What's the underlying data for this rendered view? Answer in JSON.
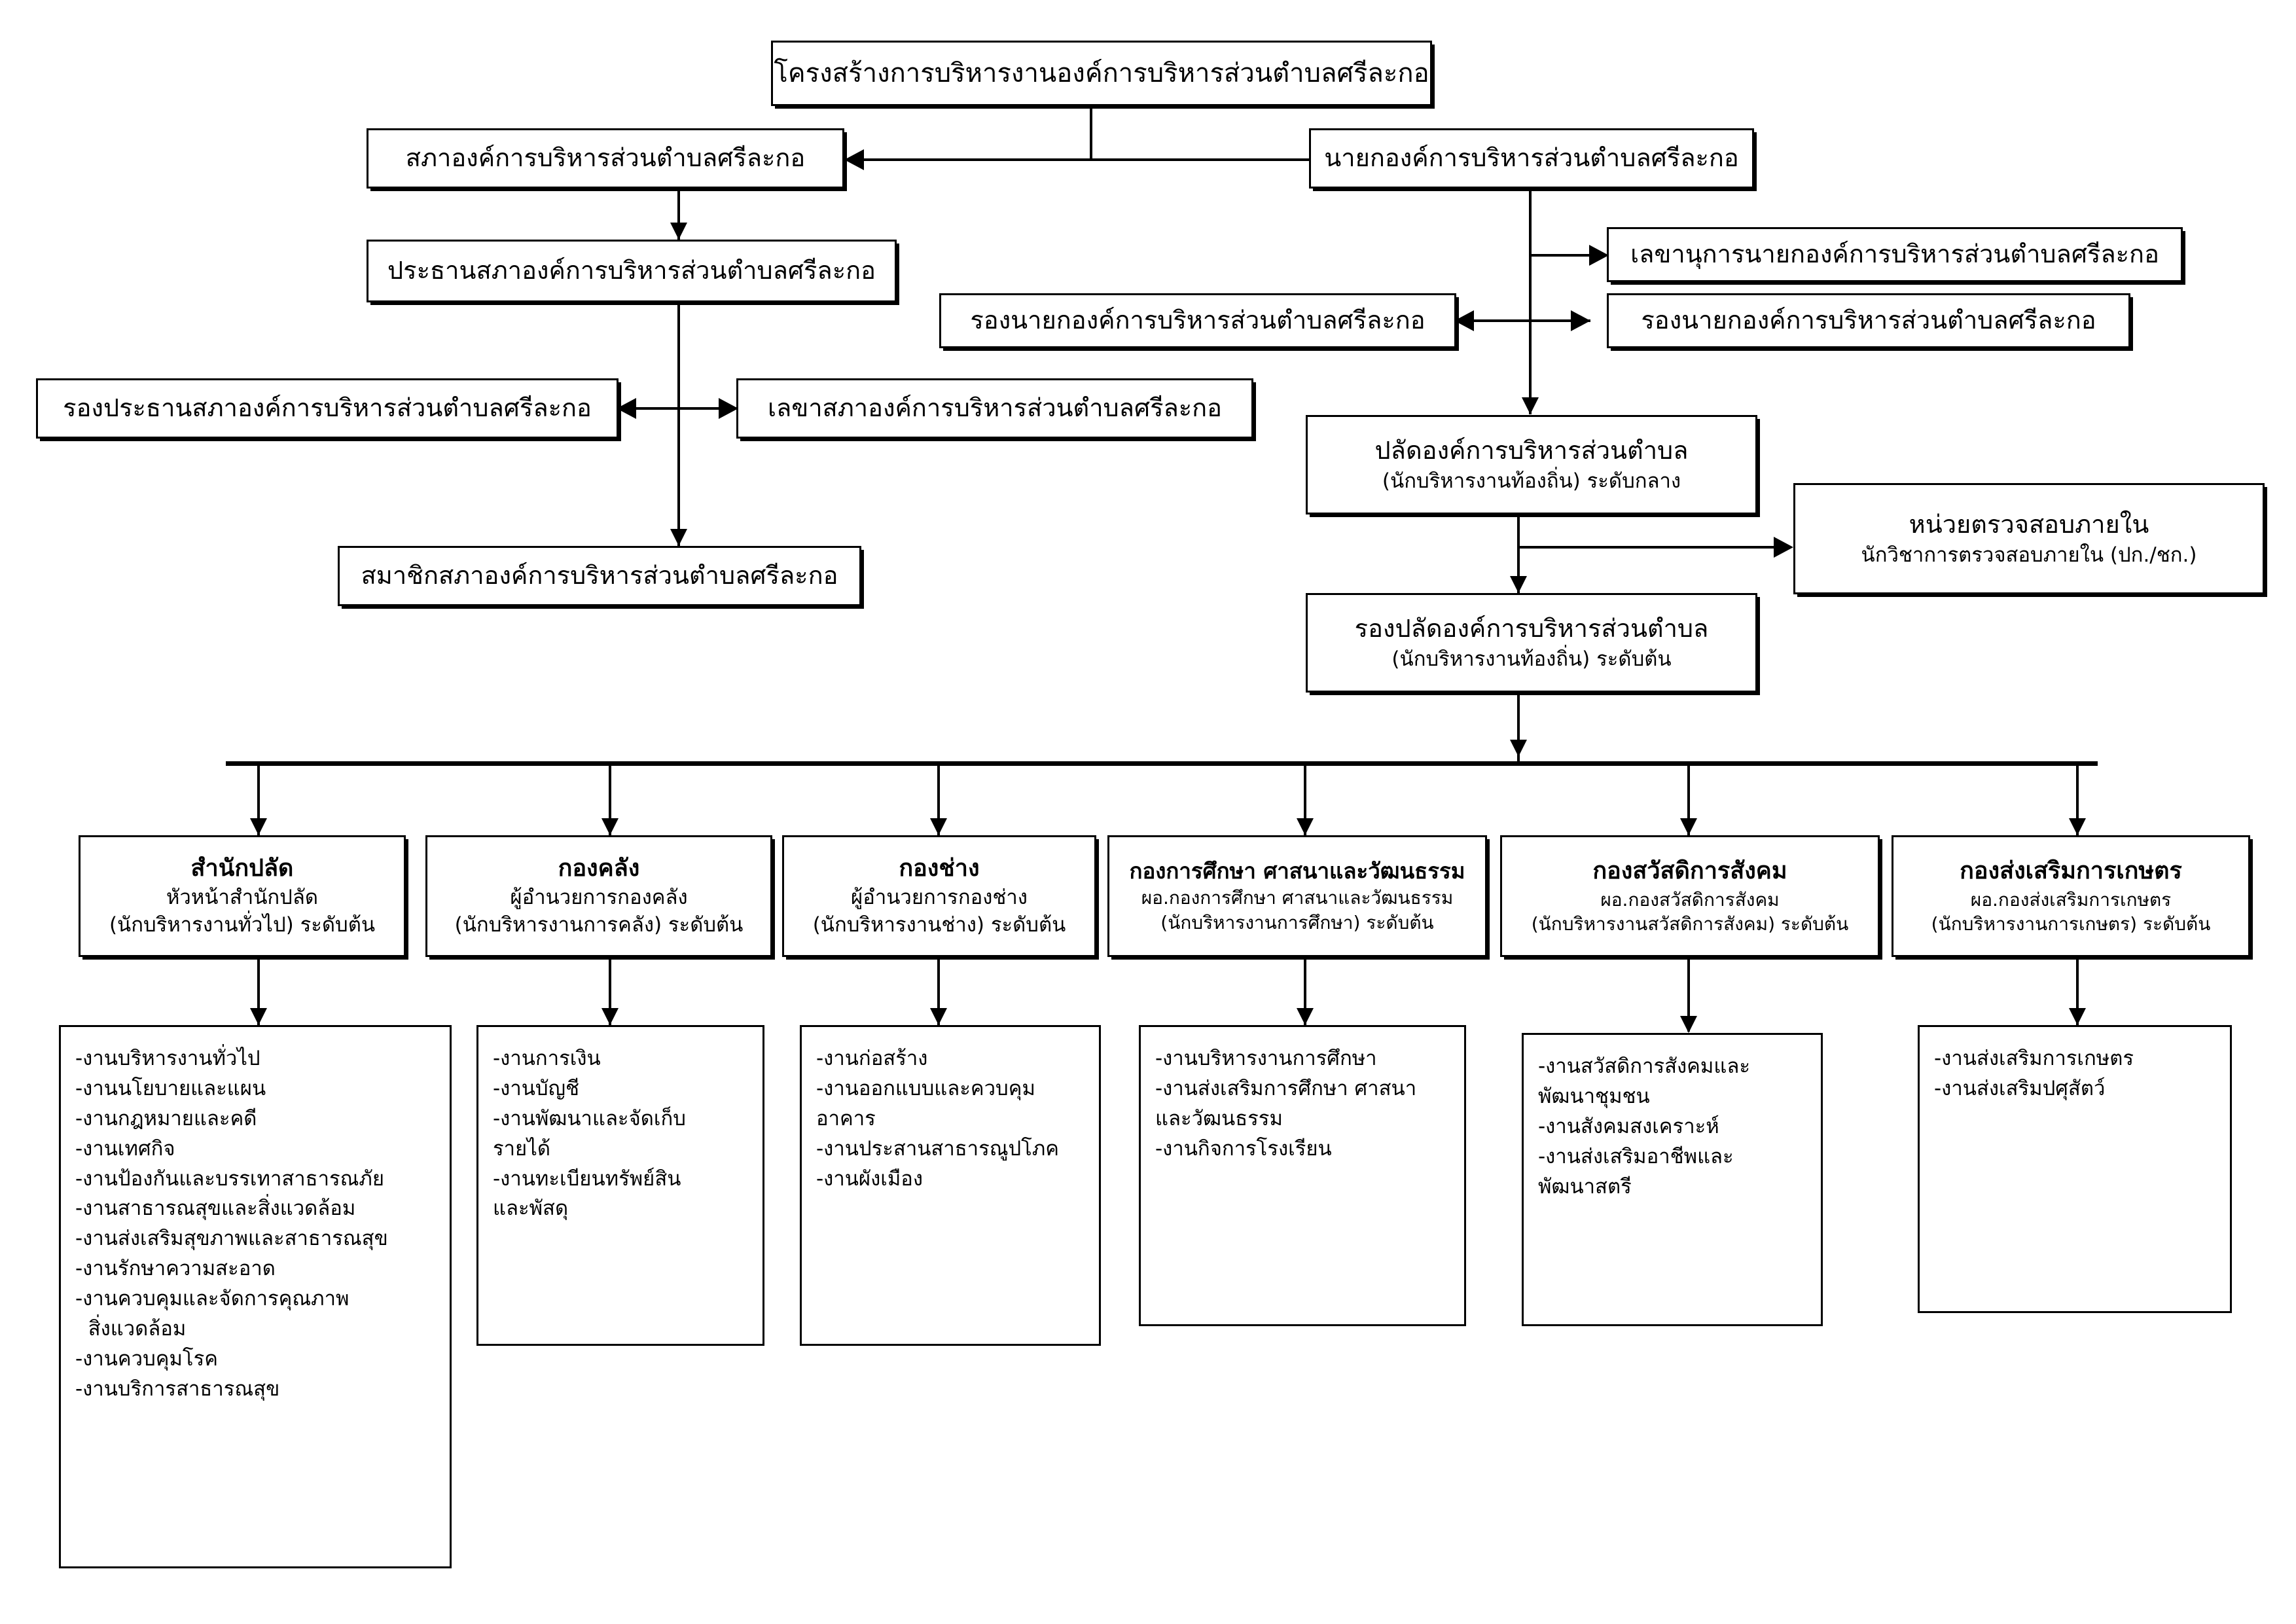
{
  "chart_title": "โครงสร้างการบริหารงานองค์การบริหารส่วนตำบลศรีละกอ",
  "legislative": {
    "council": "สภาองค์การบริหารส่วนตำบลศรีละกอ",
    "council_chair": "ประธานสภาองค์การบริหารส่วนตำบลศรีละกอ",
    "council_vice_chair": "รองประธานสภาองค์การบริหารส่วนตำบลศรีละกอ",
    "council_secretary": "เลขาสภาองค์การบริหารส่วนตำบลศรีละกอ",
    "council_members": "สมาชิกสภาองค์การบริหารส่วนตำบลศรีละกอ"
  },
  "executive": {
    "mayor": "นายกองค์การบริหารส่วนตำบลศรีละกอ",
    "mayor_secretary": "เลขานุการนายกองค์การบริหารส่วนตำบลศรีละกอ",
    "deputy_mayor_left": "รองนายกองค์การบริหารส่วนตำบลศรีละกอ",
    "deputy_mayor_right": "รองนายกองค์การบริหารส่วนตำบลศรีละกอ",
    "chief_admin_line1": "ปลัดองค์การบริหารส่วนตำบล",
    "chief_admin_line2": "(นักบริหารงานท้องถิ่น) ระดับกลาง",
    "deputy_chief_admin_line1": "รองปลัดองค์การบริหารส่วนตำบล",
    "deputy_chief_admin_line2": "(นักบริหารงานท้องถิ่น) ระดับต้น",
    "internal_audit_line1": "หน่วยตรวจสอบภายใน",
    "internal_audit_line2": "นักวิชาการตรวจสอบภายใน  (ปก./ชก.)"
  },
  "departments": [
    {
      "name": "สำนักปลัด",
      "head": "หัวหน้าสำนักปลัด",
      "rank": "(นักบริหารงานทั่วไป) ระดับต้น",
      "tasks": [
        "-งานบริหารงานทั่วไป",
        "-งานนโยบายและแผน",
        "-งานกฎหมายและคดี",
        "-งานเทศกิจ",
        "-งานป้องกันและบรรเทาสาธารณภัย",
        "-งานสาธารณสุขและสิ่งแวดล้อม",
        "-งานส่งเสริมสุขภาพและสาธารณสุข",
        "-งานรักษาความสะอาด",
        "-งานควบคุมและจัดการคุณภาพ",
        "  สิ่งแวดล้อม",
        "-งานควบคุมโรค",
        "-งานบริการสาธารณสุข"
      ]
    },
    {
      "name": "กองคลัง",
      "head": "ผู้อำนวยการกองคลัง",
      "rank": "(นักบริหารงานการคลัง) ระดับต้น",
      "tasks": [
        "-งานการเงิน",
        "-งานบัญชี",
        "-งานพัฒนาและจัดเก็บ",
        "รายได้",
        "-งานทะเบียนทรัพย์สิน",
        "และพัสดุ"
      ]
    },
    {
      "name": "กองช่าง",
      "head": "ผู้อำนวยการกองช่าง",
      "rank": "(นักบริหารงานช่าง) ระดับต้น",
      "tasks": [
        "-งานก่อสร้าง",
        "-งานออกแบบและควบคุม",
        "อาคาร",
        "-งานประสานสาธารณูปโภค",
        "-งานผังเมือง"
      ]
    },
    {
      "name": "กองการศึกษา ศาสนาและวัฒนธรรม",
      "head": "ผอ.กองการศึกษา ศาสนาและวัฒนธรรม",
      "rank": "(นักบริหารงานการศึกษา) ระดับต้น",
      "tasks": [
        "-งานบริหารงานการศึกษา",
        "-งานส่งเสริมการศึกษา ศาสนา",
        "และวัฒนธรรม",
        "-งานกิจการโรงเรียน"
      ]
    },
    {
      "name": "กองสวัสดิการสังคม",
      "head": "ผอ.กองสวัสดิการสังคม",
      "rank": "(นักบริหารงานสวัสดิการสังคม) ระดับต้น",
      "tasks": [
        "-งานสวัสดิการสังคมและ",
        "พัฒนาชุมชน",
        "-งานสังคมสงเคราะห์",
        "-งานส่งเสริมอาชีพและ",
        "พัฒนาสตรี"
      ]
    },
    {
      "name": "กองส่งเสริมการเกษตร",
      "head": "ผอ.กองส่งเสริมการเกษตร",
      "rank": "(นักบริหารงานการเกษตร) ระดับต้น",
      "tasks": [
        "-งานส่งเสริมการเกษตร",
        "-งานส่งเสริมปศุสัตว์"
      ]
    }
  ],
  "colors": {
    "line": "#000000",
    "box_border": "#000000",
    "background": "#ffffff"
  }
}
